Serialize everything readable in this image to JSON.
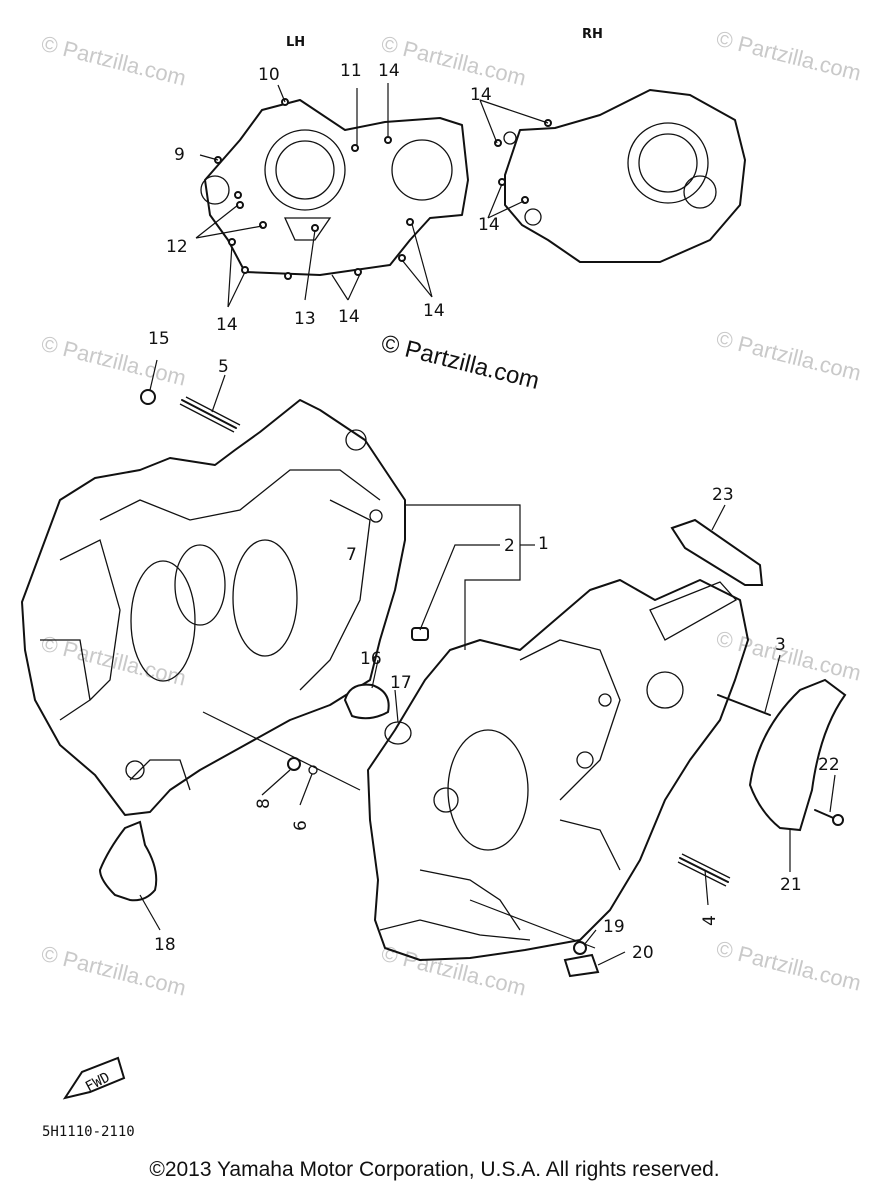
{
  "labels": {
    "lh": "LH",
    "rh": "RH",
    "ref_code": "5H1110-2110",
    "fwd": "FWD"
  },
  "watermark": "© Partzilla.com",
  "callouts": [
    {
      "id": "c1",
      "text": "1"
    },
    {
      "id": "c2",
      "text": "2"
    },
    {
      "id": "c3",
      "text": "3"
    },
    {
      "id": "c4",
      "text": "4"
    },
    {
      "id": "c5",
      "text": "5"
    },
    {
      "id": "c6",
      "text": "6"
    },
    {
      "id": "c7",
      "text": "7"
    },
    {
      "id": "c8",
      "text": "8"
    },
    {
      "id": "c9",
      "text": "9"
    },
    {
      "id": "c10",
      "text": "10"
    },
    {
      "id": "c11",
      "text": "11"
    },
    {
      "id": "c12",
      "text": "12"
    },
    {
      "id": "c13",
      "text": "13"
    },
    {
      "id": "c14a",
      "text": "14"
    },
    {
      "id": "c14b",
      "text": "14"
    },
    {
      "id": "c14c",
      "text": "14"
    },
    {
      "id": "c14d",
      "text": "14"
    },
    {
      "id": "c14e",
      "text": "14"
    },
    {
      "id": "c14f",
      "text": "14"
    },
    {
      "id": "c15",
      "text": "15"
    },
    {
      "id": "c16",
      "text": "16"
    },
    {
      "id": "c17",
      "text": "17"
    },
    {
      "id": "c18",
      "text": "18"
    },
    {
      "id": "c19",
      "text": "19"
    },
    {
      "id": "c20",
      "text": "20"
    },
    {
      "id": "c21",
      "text": "21"
    },
    {
      "id": "c22",
      "text": "22"
    },
    {
      "id": "c23",
      "text": "23"
    }
  ],
  "copyright": "©2013 Yamaha Motor Corporation, U.S.A. All rights reserved."
}
